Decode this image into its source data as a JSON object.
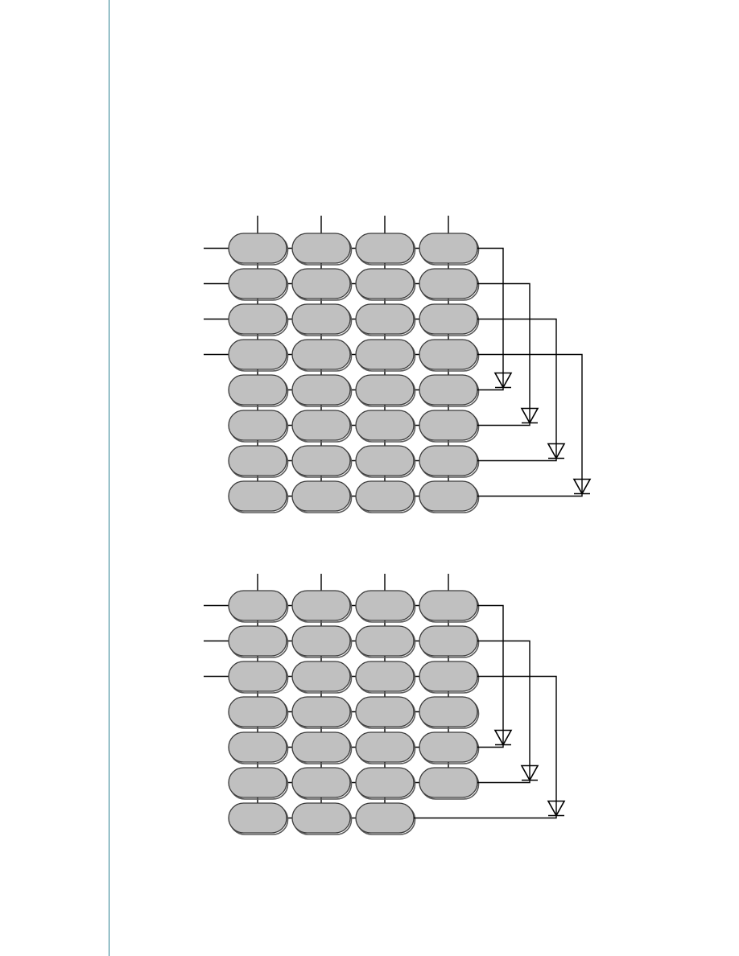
{
  "page": {
    "margin_rule_color": "#2a7f8f",
    "cell_fill_color": "#c0c0c0",
    "wire_color": "#000000"
  },
  "diagrams": [
    {
      "name": "array-top",
      "columns": 4,
      "rows": 8,
      "row_cell_counts": [
        4,
        4,
        4,
        4,
        4,
        4,
        4,
        4
      ],
      "input_rows": 4,
      "diode_links": [
        {
          "from_row": 1,
          "to_row": 5
        },
        {
          "from_row": 2,
          "to_row": 6
        },
        {
          "from_row": 3,
          "to_row": 7
        },
        {
          "from_row": 4,
          "to_row": 8
        }
      ]
    },
    {
      "name": "array-bottom",
      "columns": 4,
      "rows": 7,
      "row_cell_counts": [
        4,
        4,
        4,
        4,
        4,
        4,
        3
      ],
      "input_rows": 3,
      "diode_links": [
        {
          "from_row": 1,
          "to_row": 5
        },
        {
          "from_row": 2,
          "to_row": 6
        },
        {
          "from_row": 3,
          "to_row": 7
        }
      ]
    }
  ]
}
